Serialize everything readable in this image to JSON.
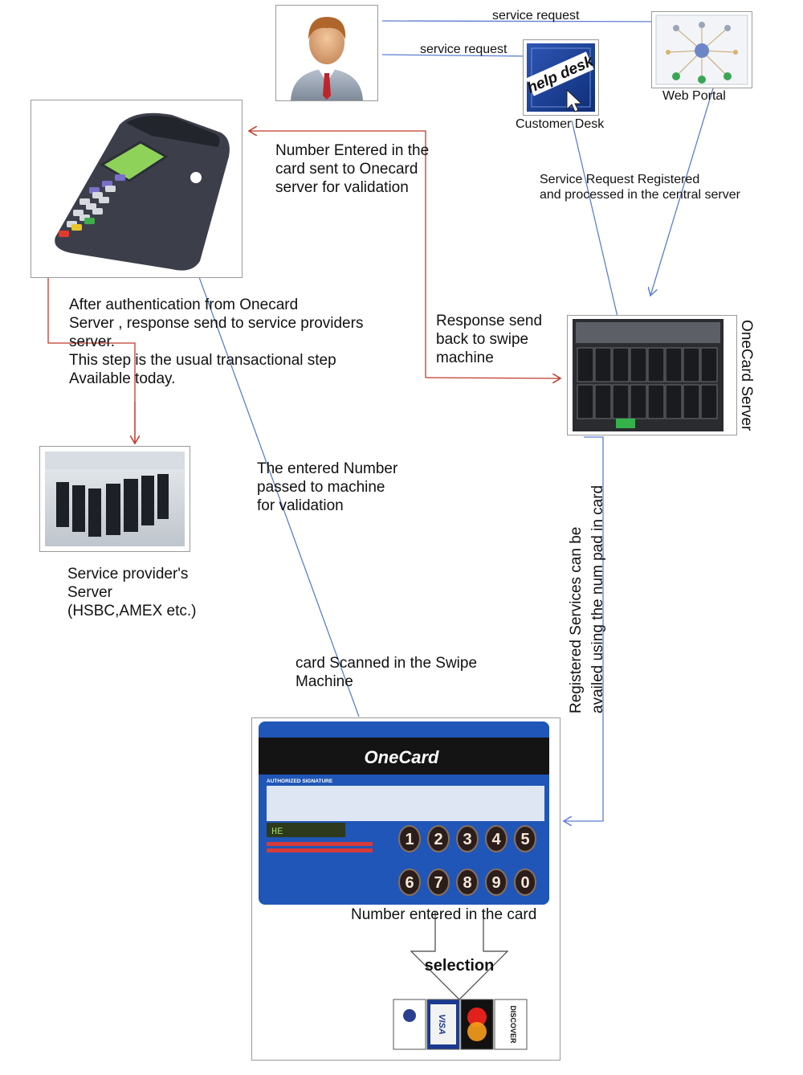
{
  "nodes": {
    "user": {
      "icon": "user-icon"
    },
    "customer_desk": {
      "label": "Customer Desk",
      "sign_text": "help desk",
      "icon": "help-desk-icon"
    },
    "web_portal": {
      "label": "Web Portal",
      "icon": "network-portal-icon"
    },
    "swipe_machine": {
      "icon": "card-swipe-terminal-icon"
    },
    "onecard_server": {
      "label": "OneCard Server",
      "icon": "blade-server-icon"
    },
    "provider_server": {
      "label": "Service provider's\nServer\n(HSBC,AMEX etc.)",
      "icon": "data-center-icon"
    },
    "onecard": {
      "brand": "OneCard",
      "sig_label": "AUTHORIZED SIGNATURE",
      "display": "HE",
      "digits_top": [
        "1",
        "2",
        "3",
        "4",
        "5"
      ],
      "digits_bottom": [
        "6",
        "7",
        "8",
        "9",
        "0"
      ],
      "number_label": "Number entered in the card",
      "selection_label": "selection",
      "card_logos": [
        "bank-logo-icon",
        "VISA",
        "MasterCard",
        "DISCOVER"
      ]
    }
  },
  "edges": {
    "service_request_1": "service request",
    "service_request_2": "service request",
    "registered": "Service Request Registered\nand processed in the central server",
    "number_entered": "Number Entered in the\ncard sent to Onecard\nserver for validation",
    "response_send": "Response send\nback to swipe\nmachine",
    "after_auth": "After authentication from Onecard\nServer , response send to service providers\nserver.\nThis step is the usual transactional step\nAvailable today.",
    "entered_number": "The entered Number\npassed to machine\nfor validation",
    "card_scanned": "card Scanned in the Swipe\nMachine",
    "registered_services": "Registered Services can be\navailed using the num pad in card"
  },
  "colors": {
    "blue_arrow": "#5b7fcf",
    "red_arrow": "#c0392b",
    "card_blue": "#1f56b7"
  }
}
